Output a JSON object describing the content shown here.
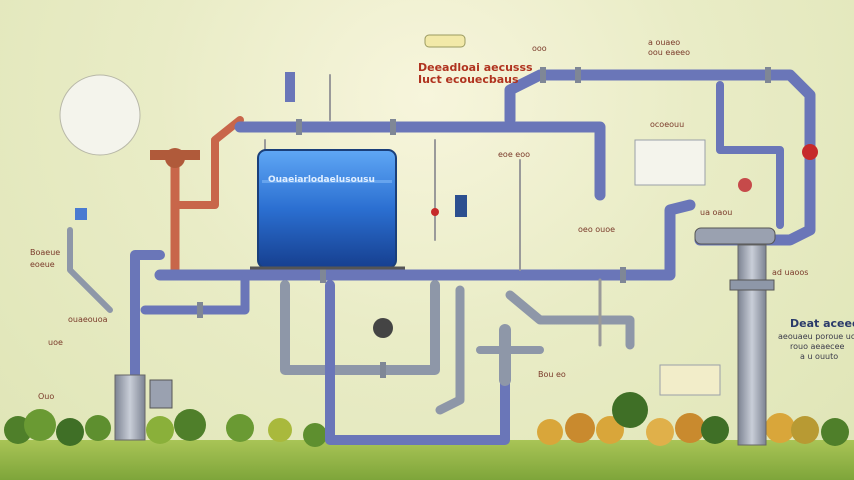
{
  "diagram": {
    "texts": {
      "top_center_title_1": "Deeadloai aecusss",
      "top_center_title_2": "Iuct ecouecbaus",
      "right_title": "Deat aceeec",
      "right_sub": "aeouaeu poroue uoue",
      "right_sub2": "rouo aeaecee",
      "right_sub3": "a u ouuto",
      "tank_label": "Ouaeiarlodaelusousu",
      "left_mid_label": "Boaeue",
      "left_mid_label2": "eoeue",
      "lower_left_label": "ouaeouoa",
      "mid_tag": "eoe eoo",
      "mid_right_tag": "oeo ouoe",
      "bottom_mid_tag": "Bou eo",
      "right_top_tag": "ocoeouu",
      "right_valve_tag": "ua oaou",
      "right_column_tag": "ad uaoos",
      "tag_top_mid": "ooo",
      "tag_top_right_1": "a ouaeo",
      "tag_top_right_2": "oou eaeeo",
      "left_small": "uoe",
      "bottom_left_tag": "Ouo"
    },
    "colors": {
      "pipe_blue": "#6a76b8",
      "pipe_red": "#c8664a",
      "pipe_gray": "#8e97a8",
      "tank_blue": "#2b6fd1",
      "tree_green": "#5e8f2f",
      "tree_orange": "#d9a63a"
    }
  }
}
